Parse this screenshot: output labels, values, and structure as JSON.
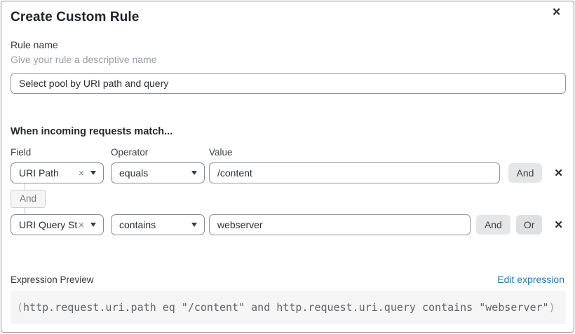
{
  "dialog": {
    "title": "Create Custom Rule"
  },
  "icons": {
    "close": "✕",
    "clear": "×",
    "delete": "✕",
    "chevron_down": "caret-down-triangle"
  },
  "colors": {
    "link_blue": "#2279b8",
    "button_gray": "#e5e6e7"
  },
  "rule_name": {
    "label": "Rule name",
    "hint": "Give your rule a descriptive name",
    "value": "Select pool by URI path and query"
  },
  "match": {
    "heading": "When incoming requests match...",
    "columns": {
      "field": "Field",
      "operator": "Operator",
      "value": "Value"
    },
    "connector_label": "And",
    "rows": [
      {
        "field": "URI Path",
        "operator": "equals",
        "value": "/content",
        "and_label": "And"
      },
      {
        "field": "URI Query St...",
        "operator": "contains",
        "value": "webserver",
        "and_label": "And",
        "or_label": "Or"
      }
    ]
  },
  "expression": {
    "label": "Expression Preview",
    "edit_link": "Edit expression",
    "open_paren": "(",
    "body": "http.request.uri.path eq \"/content\" and http.request.uri.query contains \"webserver\"",
    "close_paren": ")"
  }
}
